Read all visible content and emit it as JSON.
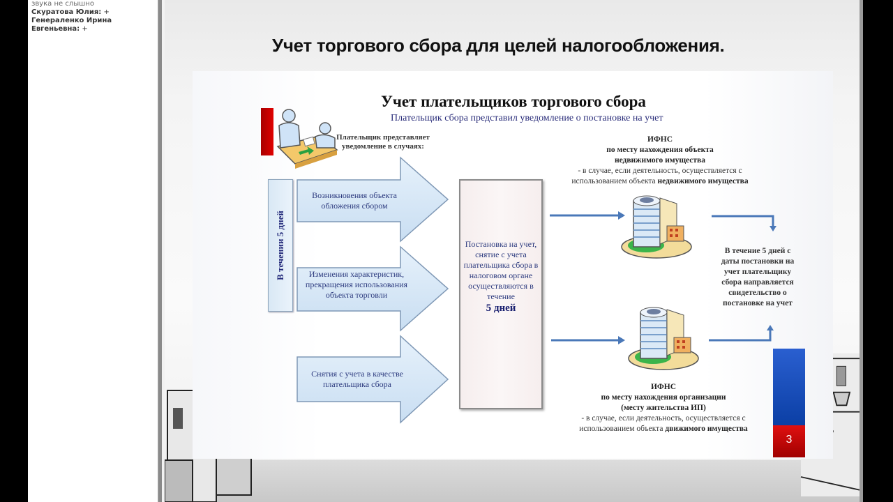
{
  "chat": {
    "top_line": "звука не слышно",
    "entries": [
      {
        "name": "Скуратова Юлия:",
        "text": "+"
      },
      {
        "name": "Генераленко Ирина Евгеньевна:",
        "text": "+"
      }
    ]
  },
  "slide": {
    "title": "Учет торгового сбора для целей налогообложения.",
    "page_number": "3",
    "colors": {
      "accent_blue": "#0b3fa5",
      "accent_red": "#d00000",
      "text_blue": "#2c3a7e"
    }
  },
  "diagram": {
    "title": "Учет плательщиков торгового сбора",
    "subtitle": "Плательщик сбора представил уведомление о постановке на учет",
    "payer_note": "Плательщик представляет уведомление в случаях:",
    "period_label": "В течении 5 дней",
    "cases": [
      "Возникновения объекта обложения сбором",
      "Изменения характеристик, прекращения использования объекта торговли",
      "Снятия с учета в качестве плательщика сбора"
    ],
    "center": {
      "text": "Постановка на учет, снятие с учета плательщика сбора в налоговом органе осуществляются в течение",
      "emphasis": "5 дней"
    },
    "ifns_top": {
      "title": "ИФНС",
      "line1": "по месту нахождения объекта",
      "line2": "недвижимого имущества",
      "line3": "- в случае, если деятельность, осуществляется с",
      "line4_plain": "использованием объекта ",
      "line4_bold": "недвижимого имущества"
    },
    "ifns_bottom": {
      "title": "ИФНС",
      "line1": "по месту нахождения организации",
      "line2": "(месту жительства ИП)",
      "line3": "- в случае, если деятельность, осуществляется с",
      "line4_plain": "использованием объекта ",
      "line4_bold": "движимого имущества"
    },
    "certificate_note": "В течение 5 дней с даты постановки на учет плательщику сбора направляется свидетельство о постановке на учет"
  }
}
